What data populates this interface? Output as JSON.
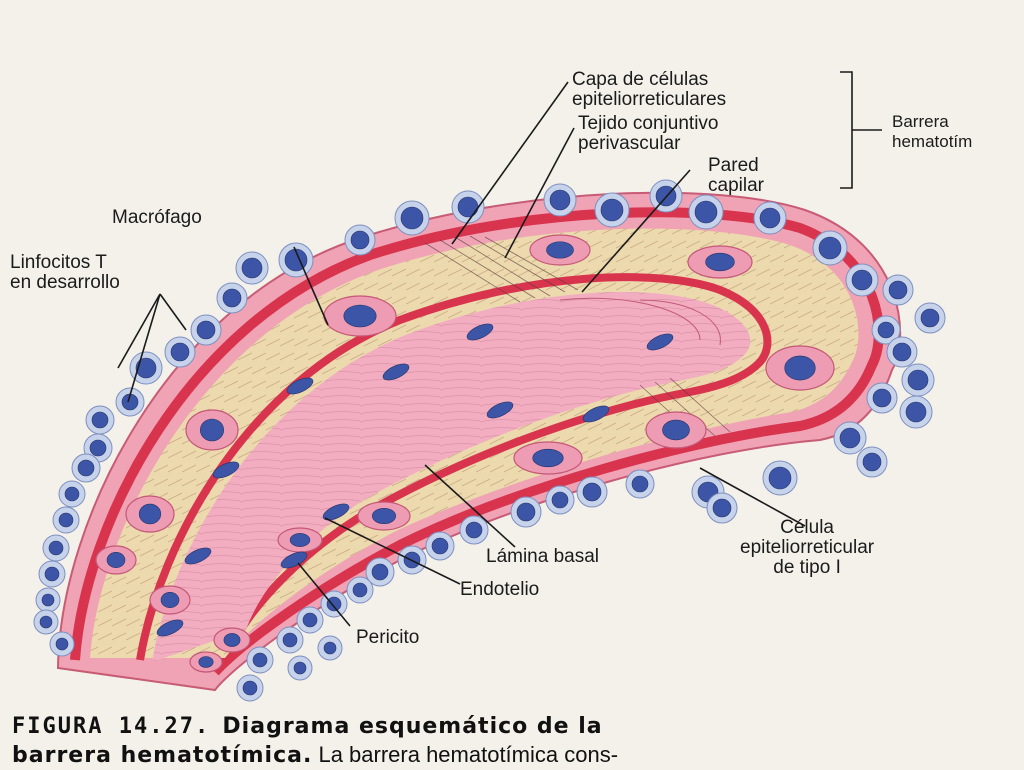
{
  "labels": {
    "capa_line1": "Capa de células",
    "capa_line2": "epiteliorreticulares",
    "tejido_line1": "Tejido conjuntivo",
    "tejido_line2": "perivascular",
    "pared_line1": "Pared",
    "pared_line2": "capilar",
    "barrera_line1": "Barrera",
    "barrera_line2": "hematotím",
    "macrofago": "Macrófago",
    "linfocitos_line1": "Linfocitos T",
    "linfocitos_line2": "en desarrollo",
    "lamina": "Lámina basal",
    "endotelio": "Endotelio",
    "pericito": "Pericito",
    "celula_line1": "Célula",
    "celula_line2": "epiteliorreticular",
    "celula_line3": "de tipo I"
  },
  "caption": {
    "figure": "FIGURA 14.27.",
    "title_line1": "Diagrama esquemático de la",
    "title_line2": "barrera hematotímica.",
    "text_line2": "La barrera hematotímica cons-"
  },
  "colors": {
    "background": "#f3f1ea",
    "outer_tissue": "#efa3b4",
    "epithelial_red": "#d8344e",
    "connective_tan": "#ecd9ad",
    "lumen_pink": "#f2aec0",
    "nucleus": "#3d55a6",
    "lymphocyte_halo": "#c7d3ea"
  }
}
